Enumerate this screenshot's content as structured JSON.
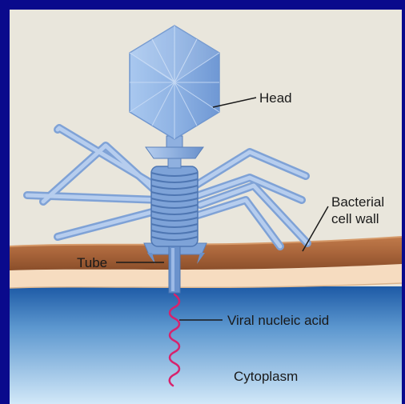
{
  "diagram": {
    "labels": {
      "head": "Head",
      "bacterial_cell_wall_line1": "Bacterial",
      "bacterial_cell_wall_line2": "cell wall",
      "tube": "Tube",
      "viral_nucleic_acid": "Viral nucleic acid",
      "cytoplasm": "Cytoplasm"
    },
    "colors": {
      "frame": "#0a0a8c",
      "background": "#e9e6dc",
      "phage": "#8fb5e6",
      "cell_wall": "#a9663a",
      "membrane": "#f6dcc0",
      "cytoplasm_top": "#1f5ea8",
      "cytoplasm_bottom": "#cfe6f7",
      "nucleic_acid": "#d8226c"
    }
  }
}
